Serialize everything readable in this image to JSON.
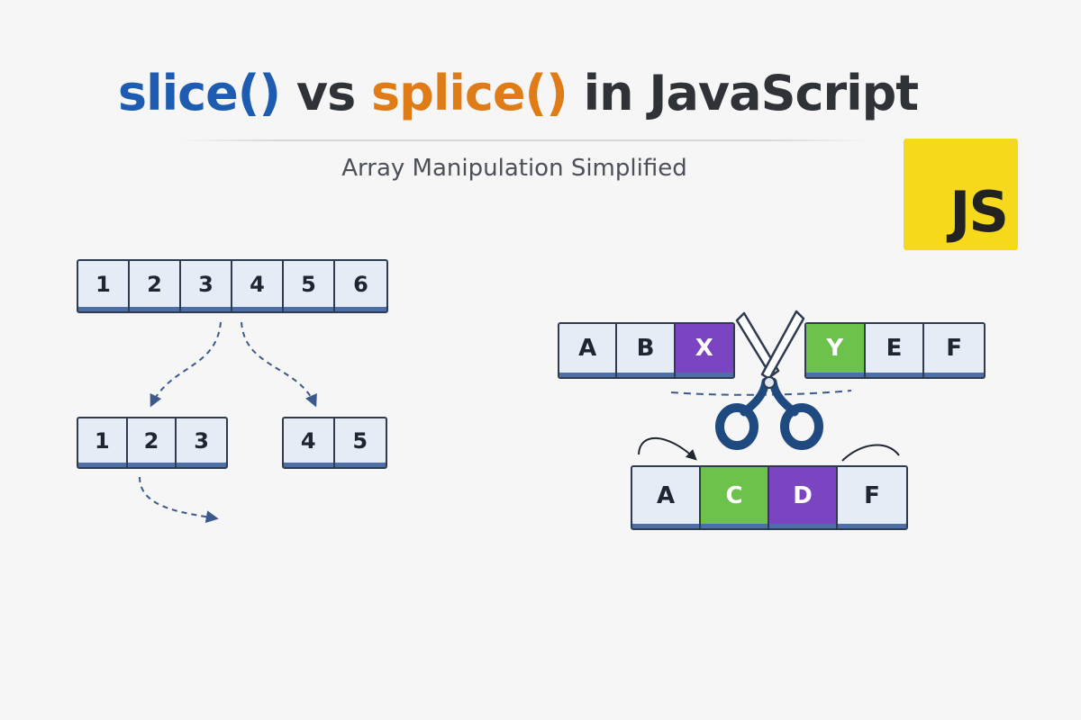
{
  "title": {
    "slice": "slice()",
    "vs": " vs ",
    "splice": "splice()",
    "rest": " in JavaScript"
  },
  "subtitle": "Array Manipulation Simplified",
  "js_logo": "JS",
  "colors": {
    "slice_blue": "#1d5cb0",
    "splice_orange": "#e07c18",
    "title_dark": "#2f3338",
    "js_yellow": "#f7d91c",
    "cell_bg": "#e5ecf5",
    "cell_accent": "#4c6fa8",
    "green": "#6cc24a",
    "purple": "#7b44c1",
    "arrow": "#3b5a8c"
  },
  "slice_diagram": {
    "original": [
      "1",
      "2",
      "3",
      "4",
      "5",
      "6"
    ],
    "part_a": [
      "1",
      "2",
      "3"
    ],
    "part_b": [
      "4",
      "5"
    ]
  },
  "splice_diagram": {
    "left": [
      {
        "label": "A",
        "highlight": "none"
      },
      {
        "label": "B",
        "highlight": "none"
      },
      {
        "label": "X",
        "highlight": "purple"
      }
    ],
    "right": [
      {
        "label": "Y",
        "highlight": "green"
      },
      {
        "label": "E",
        "highlight": "none"
      },
      {
        "label": "F",
        "highlight": "none"
      }
    ],
    "result": [
      {
        "label": "A",
        "highlight": "none"
      },
      {
        "label": "C",
        "highlight": "green"
      },
      {
        "label": "D",
        "highlight": "purple"
      },
      {
        "label": "F",
        "highlight": "none"
      }
    ],
    "tool_icon": "scissors-icon"
  }
}
